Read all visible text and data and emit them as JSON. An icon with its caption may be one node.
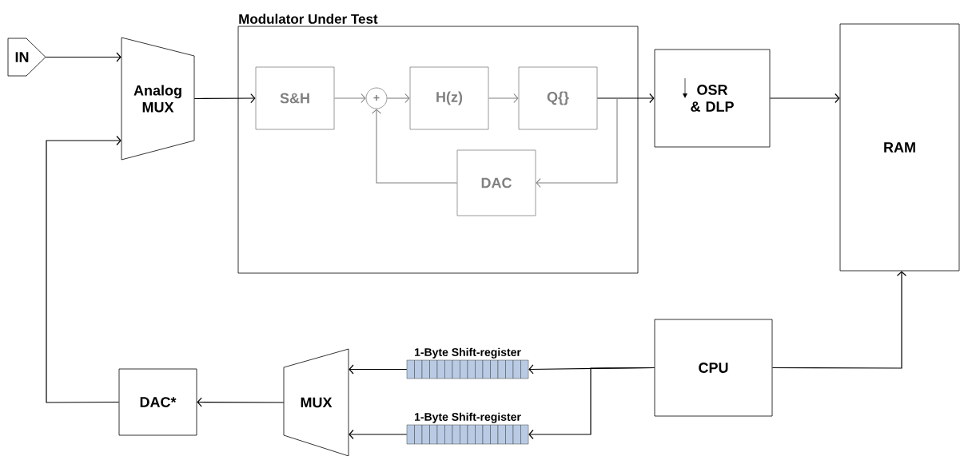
{
  "diagram": {
    "nodes": [
      {
        "text": [
          "IN"
        ]
      },
      {
        "text": [
          "Analog MUX"
        ]
      },
      {
        "text": [
          "Modulator Under Test"
        ]
      },
      {
        "text": [
          "S&H"
        ],
        "in": 2
      },
      {
        "text": [
          "+"
        ],
        "in": 2
      },
      {
        "text": [
          "H(z)"
        ],
        "in": 2
      },
      {
        "text": [
          "Q{}"
        ],
        "in": 2
      },
      {
        "text": [
          "DAC"
        ],
        "in": 2
      },
      {
        "text": [
          "OSR & DLP"
        ]
      },
      {
        "text": [
          "RAM"
        ]
      },
      {
        "text": [
          "CPU"
        ]
      },
      {
        "text": [
          "1-Byte Shift-register"
        ]
      },
      {
        "text": [
          "1-Byte Shift-register"
        ]
      },
      {
        "text": [
          "MUX"
        ]
      },
      {
        "text": [
          "DAC*"
        ]
      }
    ],
    "edges": [
      {
        "from": 0,
        "to": 1,
        "arrow": "to"
      },
      {
        "from": 1,
        "to": 3,
        "arrow": "to"
      },
      {
        "from": 3,
        "to": 4,
        "arrow": "to",
        "color": "#808080"
      },
      {
        "from": 4,
        "to": 5,
        "arrow": "to",
        "color": "#808080"
      },
      {
        "from": 5,
        "to": 6,
        "arrow": "to",
        "color": "#808080"
      },
      {
        "from": 6,
        "to": 8,
        "arrow": "to"
      },
      {
        "from": 6,
        "to": 7,
        "arrow": "to",
        "color": "#808080"
      },
      {
        "from": 7,
        "to": 4,
        "arrow": "to",
        "color": "#808080"
      },
      {
        "from": 8,
        "to": 9,
        "arrow": "to"
      },
      {
        "from": 10,
        "to": 9,
        "arrow": "to"
      },
      {
        "from": 10,
        "to": 11,
        "arrow": "to"
      },
      {
        "from": 10,
        "to": 12,
        "arrow": "to"
      },
      {
        "from": 11,
        "to": 13,
        "arrow": "to"
      },
      {
        "from": 12,
        "to": 13,
        "arrow": "to"
      },
      {
        "from": 13,
        "to": 14,
        "arrow": "to"
      },
      {
        "from": 14,
        "to": 1,
        "arrow": "to"
      }
    ]
  }
}
